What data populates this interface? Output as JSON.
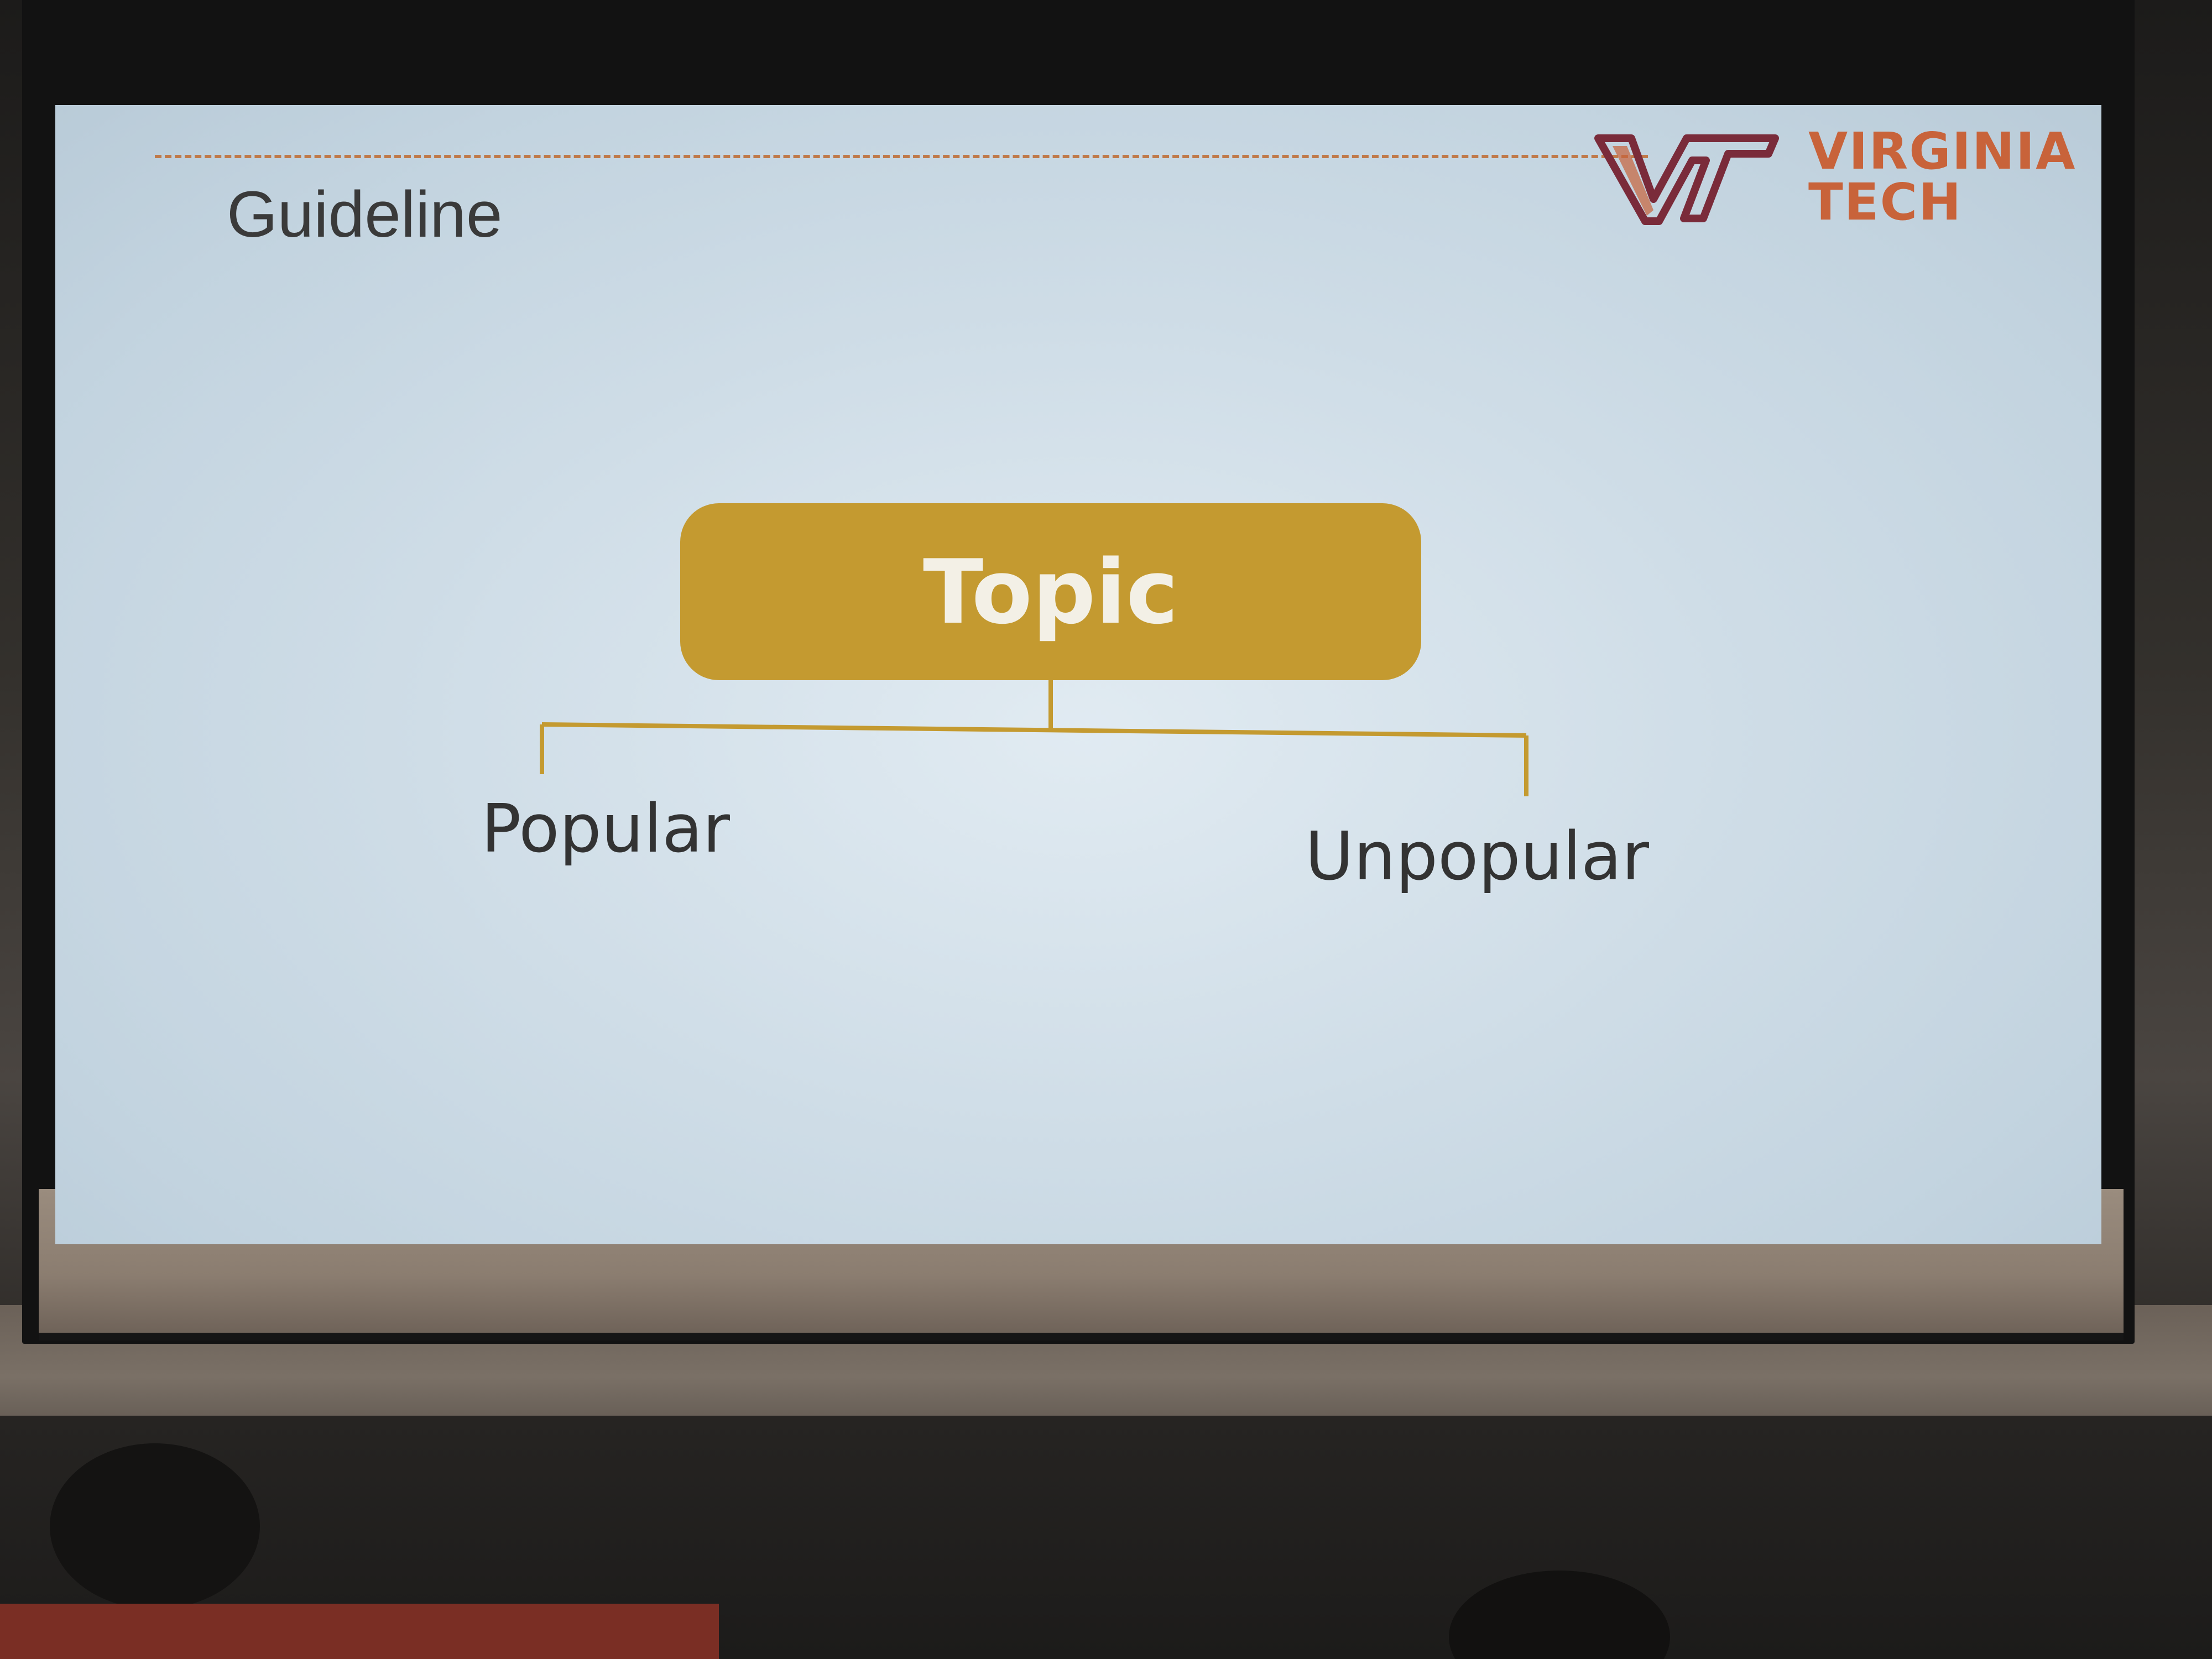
{
  "slide": {
    "title": "Guideline",
    "logo": {
      "line1": "VIRGINIA",
      "line2": "TECH",
      "mark_name": "vt-logo-icon"
    },
    "diagram": {
      "root": "Topic",
      "children": [
        "Popular",
        "Unpopular"
      ]
    },
    "colors": {
      "background": "#cfdde7",
      "accent": "#c49a30",
      "brand": "#c8633a",
      "brand_dark": "#7a2b3a",
      "text": "#333333"
    }
  }
}
